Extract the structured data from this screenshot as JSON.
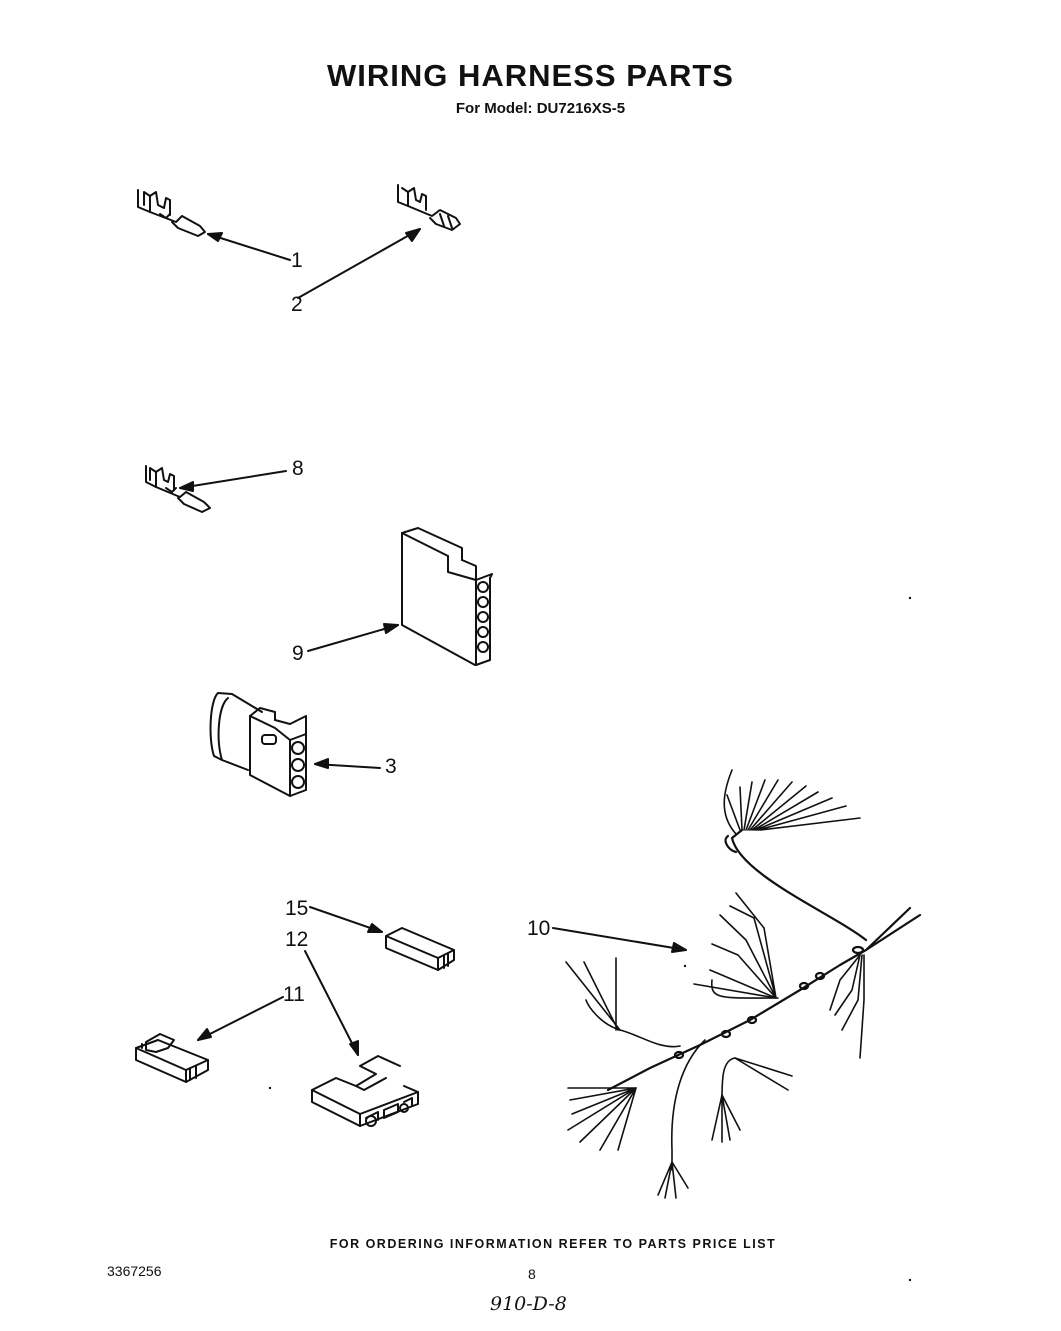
{
  "title": "WIRING HARNESS PARTS",
  "subtitle": "For Model: DU7216XS-5",
  "callouts": [
    {
      "id": "callout-1",
      "label": "1",
      "part": "terminal-pin"
    },
    {
      "id": "callout-2",
      "label": "2",
      "part": "terminal-socket"
    },
    {
      "id": "callout-8",
      "label": "8",
      "part": "terminal-pin-small"
    },
    {
      "id": "callout-9",
      "label": "9",
      "part": "connector-housing-5-pin"
    },
    {
      "id": "callout-3",
      "label": "3",
      "part": "connector-housing-3-pin"
    },
    {
      "id": "callout-15",
      "label": "15",
      "part": "jumper-clip"
    },
    {
      "id": "callout-12",
      "label": "12",
      "part": "connector-shell"
    },
    {
      "id": "callout-11",
      "label": "11",
      "part": "terminal-block"
    },
    {
      "id": "callout-10",
      "label": "10",
      "part": "wiring-harness"
    }
  ],
  "footer_note": "FOR ORDERING INFORMATION REFER TO PARTS PRICE LIST",
  "doc_number": "3367256",
  "page_number": "8",
  "handwritten_note": "910-D-8"
}
